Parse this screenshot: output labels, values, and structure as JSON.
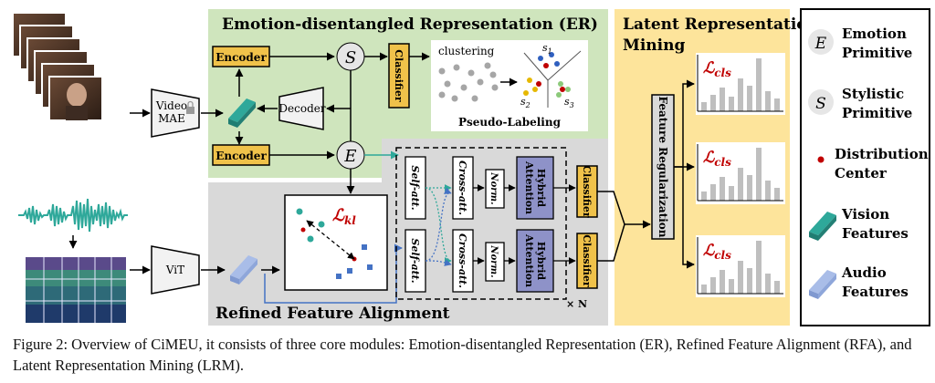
{
  "figure": {
    "caption": "Figure 2: Overview of CiMEU, it consists of three core modules: Emotion-disentangled Representation (ER), Refined Feature Alignment (RFA), and Latent Representation Mining (LRM)."
  },
  "modules": {
    "er_title": "Emotion-disentangled Representation (ER)",
    "rfa_title": "Refined Feature Alignment",
    "lrm_title_line1": "Latent Representation",
    "lrm_title_line2": "Mining"
  },
  "blocks": {
    "video_mae_line1": "Video",
    "video_mae_line2": "MAE",
    "encoder": "Encoder",
    "decoder": "Decoder",
    "classifier": "Classifier",
    "vit": "ViT",
    "self_att": "Self-att.",
    "cross_att": "Cross-att.",
    "norm": "Norm.",
    "hybrid_line1": "Hybrid",
    "hybrid_line2": "Attention",
    "feature_regularization": "Feature Regularization",
    "repeat": "× N"
  },
  "nodes": {
    "s": "S",
    "e": "E"
  },
  "clustering": {
    "label": "clustering",
    "pseudo_labeling": "Pseudo-Labeling",
    "s1_base": "s",
    "s1_sub": "1",
    "s2_base": "s",
    "s2_sub": "2",
    "s3_base": "s",
    "s3_sub": "3"
  },
  "losses": {
    "kl_base": "ℒ",
    "kl_sub": "kl",
    "cls_base": "ℒ",
    "cls_sub": "cls"
  },
  "legend": {
    "e_symbol": "E",
    "e_line1": "Emotion",
    "e_line2": "Primitive",
    "s_symbol": "S",
    "s_line1": "Stylistic",
    "s_line2": "Primitive",
    "dc_line1": "Distribution",
    "dc_line2": "Center",
    "vf_line1": "Vision",
    "vf_line2": "Features",
    "af_line1": "Audio",
    "af_line2": "Features"
  },
  "colors": {
    "er_bg": "#cfe5bd",
    "rfa_bg": "#d9d9d9",
    "lrm_bg": "#fde49b",
    "block_yellow": "#f0c24a",
    "hybrid_purple": "#8e92c8",
    "vision_teal": "#2ea89a",
    "audio_blue": "#a9bde8",
    "loss_red": "#c00000",
    "bar_gray": "#bfbfbf"
  }
}
